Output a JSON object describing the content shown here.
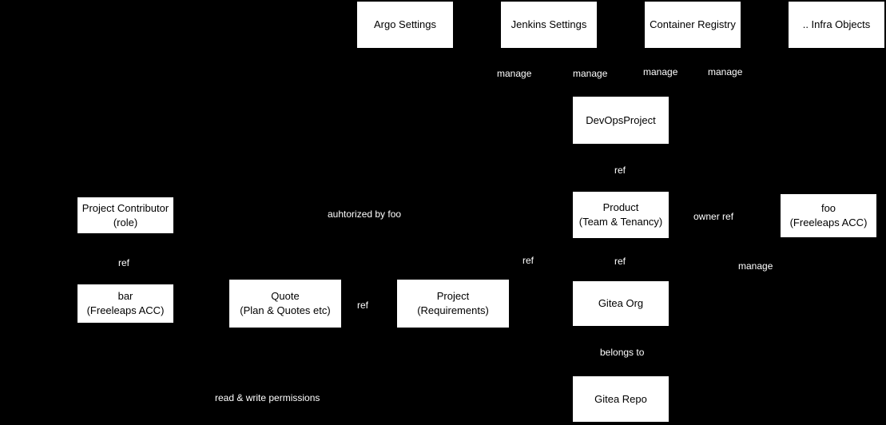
{
  "diagram": {
    "type": "entity-relationship-flowchart",
    "background_color": "#000000",
    "node_fill_color": "#ffffff",
    "node_text_color": "#000000",
    "edge_label_text_color": "#ffffff"
  },
  "nodes": [
    {
      "id": "argo-settings",
      "label": "Argo Settings"
    },
    {
      "id": "jenkins-settings",
      "label": "Jenkins Settings"
    },
    {
      "id": "container-registry",
      "label": "Container Registry"
    },
    {
      "id": "infra-objects",
      "label": ".. Infra Objects"
    },
    {
      "id": "devops-project",
      "label": "DevOpsProject"
    },
    {
      "id": "product",
      "label": "Product\n(Team & Tenancy)"
    },
    {
      "id": "foo-freeleaps-acc",
      "label": "foo\n(Freeleaps ACC)"
    },
    {
      "id": "gitea-org",
      "label": "Gitea Org"
    },
    {
      "id": "gitea-repo",
      "label": "Gitea Repo"
    },
    {
      "id": "project-contributor",
      "label": "Project Contributor\n(role)"
    },
    {
      "id": "bar-freeleaps-acc",
      "label": "bar\n(Freeleaps ACC)"
    },
    {
      "id": "quote",
      "label": "Quote\n(Plan & Quotes etc)"
    },
    {
      "id": "project",
      "label": "Project\n(Requirements)"
    }
  ],
  "edge_labels": [
    {
      "id": "manage-argo",
      "text": "manage"
    },
    {
      "id": "manage-jenkins",
      "text": "manage"
    },
    {
      "id": "manage-registry",
      "text": "manage"
    },
    {
      "id": "manage-infra",
      "text": "manage"
    },
    {
      "id": "ref-devops-product",
      "text": "ref"
    },
    {
      "id": "owner-ref",
      "text": "owner ref"
    },
    {
      "id": "manage-foo",
      "text": "manage"
    },
    {
      "id": "ref-project-product",
      "text": "ref"
    },
    {
      "id": "ref-product-gitea",
      "text": "ref"
    },
    {
      "id": "belongs-to",
      "text": "belongs to"
    },
    {
      "id": "ref-contributor-bar",
      "text": "ref"
    },
    {
      "id": "authorized-by-foo",
      "text": "auhtorized by foo"
    },
    {
      "id": "ref-quote-project",
      "text": "ref"
    },
    {
      "id": "read-write-perms",
      "text": "read & write permissions"
    }
  ]
}
